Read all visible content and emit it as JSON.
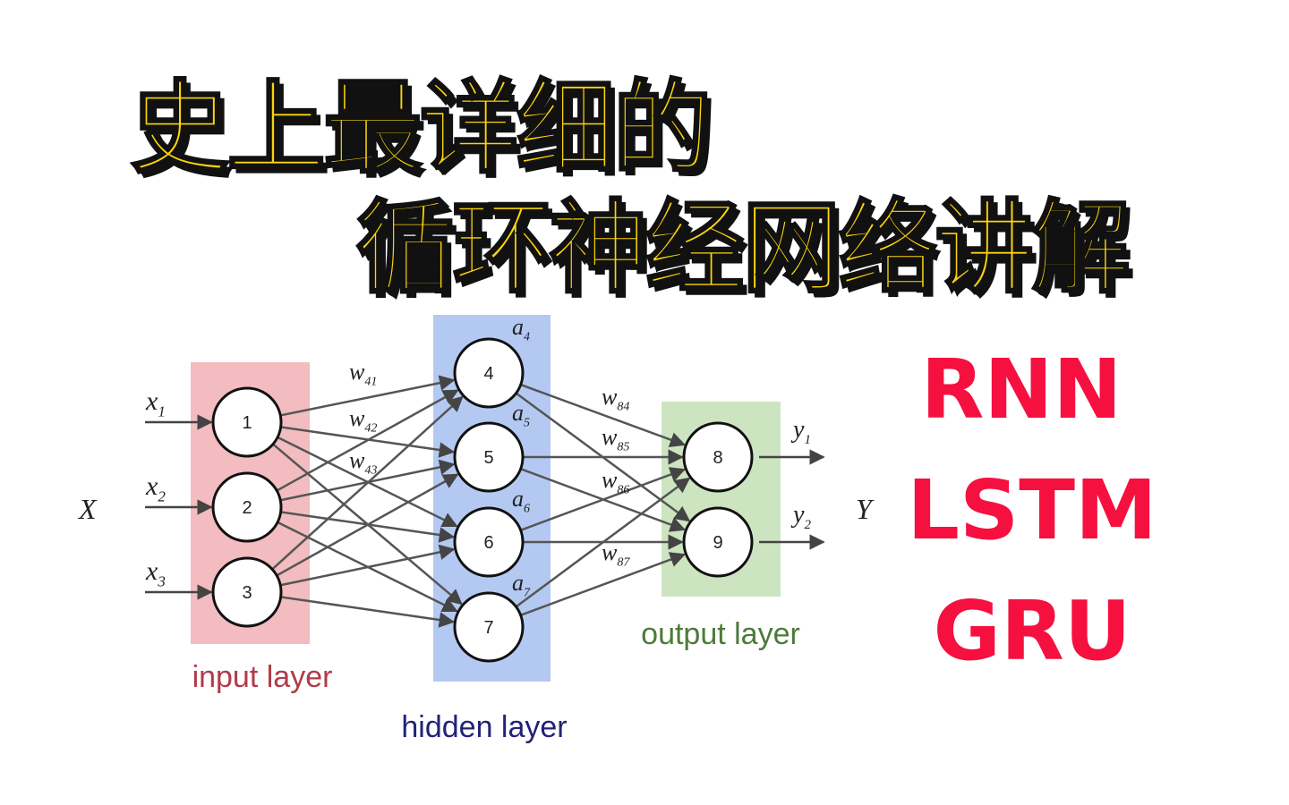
{
  "title": {
    "line1": "史上最详细的",
    "line2": "循环神经网络讲解"
  },
  "acronyms": [
    "RNN",
    "LSTM",
    "GRU"
  ],
  "colors": {
    "title_fill": "#fbd40a",
    "title_outline": "#111111",
    "acronym": "#f5103f",
    "input_layer_bg": "#f2bcc0",
    "hidden_layer_bg": "#b4c9f2",
    "output_layer_bg": "#cde4c0",
    "input_label": "#b23a48",
    "hidden_label": "#22227a",
    "output_label": "#4d7a3a",
    "edge": "#555555"
  },
  "network": {
    "input_symbol": "X",
    "output_symbol": "Y",
    "layers": [
      {
        "name": "input layer",
        "nodes": [
          {
            "id": "1",
            "input_label": "x",
            "input_sub": "1"
          },
          {
            "id": "2",
            "input_label": "x",
            "input_sub": "2"
          },
          {
            "id": "3",
            "input_label": "x",
            "input_sub": "3"
          }
        ]
      },
      {
        "name": "hidden layer",
        "nodes": [
          {
            "id": "4",
            "activation": "a",
            "activation_sub": "4"
          },
          {
            "id": "5",
            "activation": "a",
            "activation_sub": "5"
          },
          {
            "id": "6",
            "activation": "a",
            "activation_sub": "6"
          },
          {
            "id": "7",
            "activation": "a",
            "activation_sub": "7"
          }
        ]
      },
      {
        "name": "output layer",
        "nodes": [
          {
            "id": "8",
            "output_label": "y",
            "output_sub": "1"
          },
          {
            "id": "9",
            "output_label": "y",
            "output_sub": "2"
          }
        ]
      }
    ],
    "weights_input_hidden": [
      {
        "label": "w",
        "sub": "41"
      },
      {
        "label": "w",
        "sub": "42"
      },
      {
        "label": "w",
        "sub": "43"
      }
    ],
    "weights_hidden_output": [
      {
        "label": "w",
        "sub": "84"
      },
      {
        "label": "w",
        "sub": "85"
      },
      {
        "label": "w",
        "sub": "86"
      },
      {
        "label": "w",
        "sub": "87"
      }
    ]
  }
}
